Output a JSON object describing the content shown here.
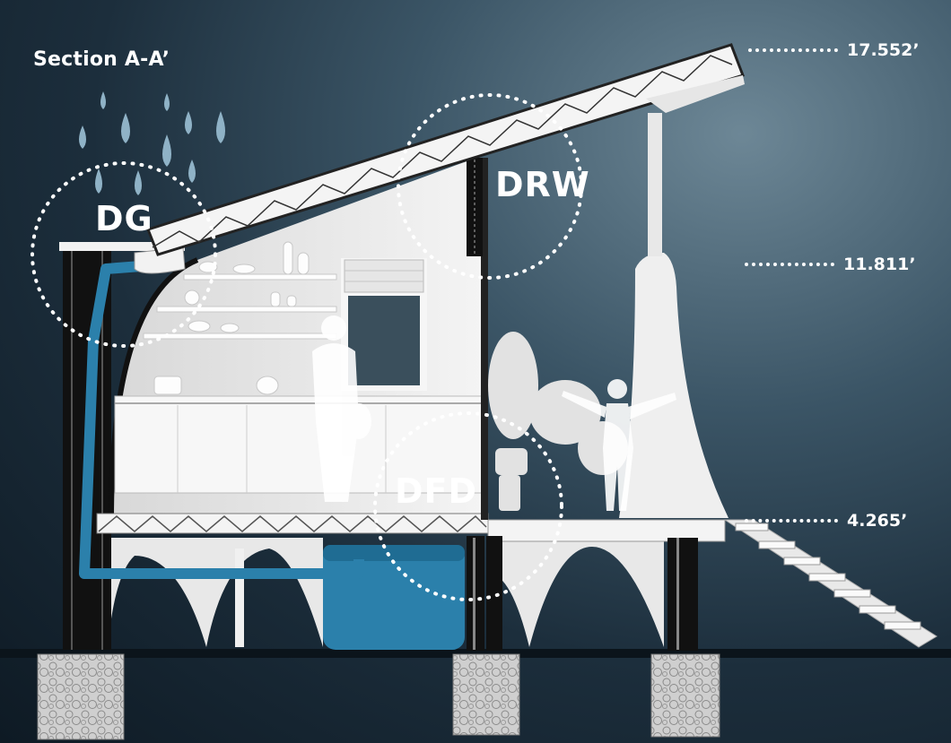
{
  "title": "Section A-A’",
  "zones": [
    {
      "id": "dg",
      "label": "DG"
    },
    {
      "id": "drw",
      "label": "DRW"
    },
    {
      "id": "dfd",
      "label": "DFD"
    }
  ],
  "levels": [
    {
      "id": "roof",
      "value": "17.552’"
    },
    {
      "id": "ceiling",
      "value": "11.811’"
    },
    {
      "id": "floor",
      "value": "4.265’"
    }
  ],
  "colors": {
    "water": "#2b80ab",
    "structure": "#f2f2f2",
    "background": "#1c2e3c"
  }
}
